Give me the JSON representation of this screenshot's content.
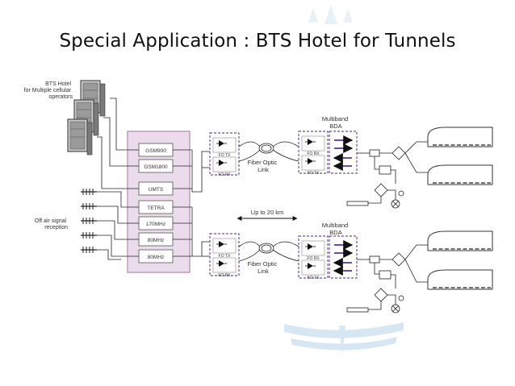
{
  "slide": {
    "title": "Special Application : BTS Hotel for Tunnels"
  },
  "bts": {
    "label_lines": [
      "BTS Hotel",
      "for Multiple cellular",
      "operators"
    ]
  },
  "offair": {
    "label_lines": [
      "Off air signal",
      "reception"
    ]
  },
  "bands": [
    "GSM900",
    "GSM1800",
    "UMTS",
    "TETRA",
    "170MHz",
    "80MHz",
    "80MHz"
  ],
  "fiber_link": {
    "label_lines": [
      "Fiber Optic",
      "Link"
    ]
  },
  "distance": {
    "label": "Up to 20 km"
  },
  "bda": {
    "label_lines": [
      "Multiband",
      "BDA"
    ]
  },
  "fo_module": {
    "tx_label": "FO TX",
    "rx_label": "FO RX"
  },
  "colors": {
    "combiner_fill": "#eadcea",
    "combiner_border": "#bf9cc0",
    "fo_border": "#6d4f9e",
    "arrow": "#6a4ea0",
    "watermark": "#d6e7f3"
  },
  "icons": [
    "server-rack-icon",
    "yagi-antenna-icon",
    "fiber-coil-icon",
    "amplifier-icon",
    "splitter-diamond-icon",
    "load-termination-icon",
    "tunnel-icon",
    "watermark-logo"
  ]
}
